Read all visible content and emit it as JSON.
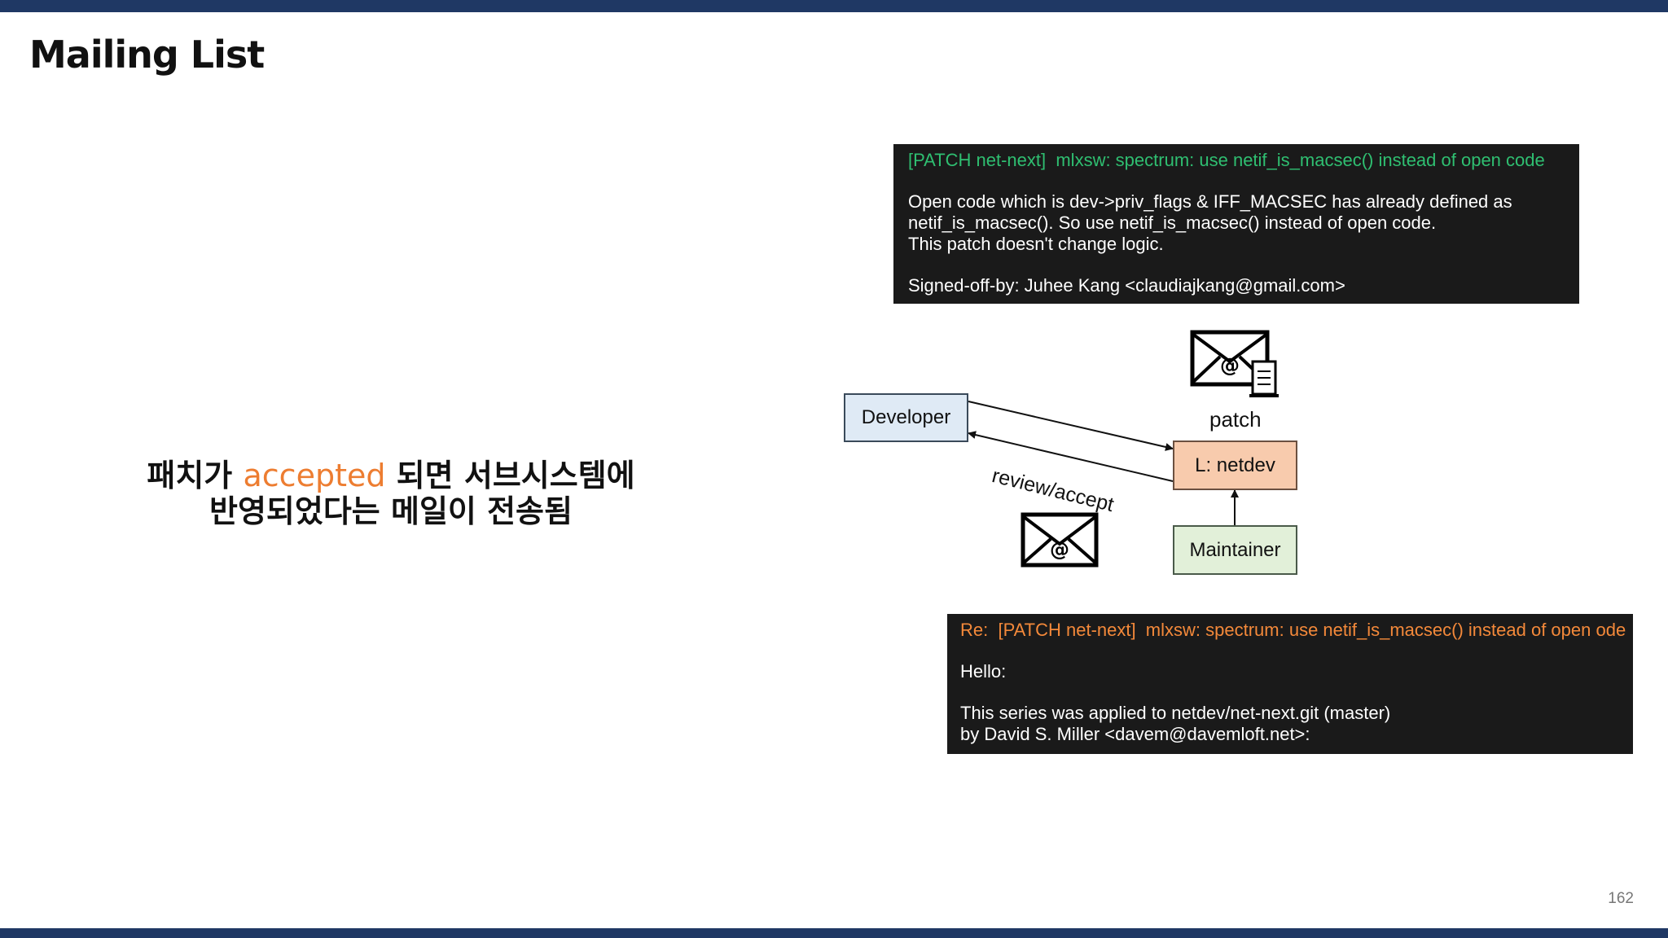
{
  "slide": {
    "title": "Mailing List",
    "page_number": "162",
    "colors": {
      "header_bar": "#1f3864",
      "accent": "#ed7d31",
      "terminal_bg": "#1a1a1a",
      "patch_subject": "#2fbf71",
      "reply_subject": "#f4893a"
    }
  },
  "caption": {
    "part1": "패치가 ",
    "accent": "accepted",
    "part2": " 되면 서브시스템에",
    "line2": "반영되었다는 메일이 전송됨"
  },
  "patch_mail": {
    "subject": "[PATCH net-next]  mlxsw: spectrum: use netif_is_macsec() instead of open code",
    "body": [
      "Open code which is dev->priv_flags & IFF_MACSEC has already defined as",
      "netif_is_macsec(). So use netif_is_macsec() instead of open code.",
      "This patch doesn't change logic."
    ],
    "signoff": "Signed-off-by: Juhee Kang <claudiajkang@gmail.com>"
  },
  "diagram": {
    "developer": "Developer",
    "list": "L: netdev",
    "maintainer": "Maintainer",
    "patch_label": "patch",
    "review_label": "review/accept",
    "icons": [
      "mail-patch-icon",
      "mail-icon"
    ]
  },
  "reply_mail": {
    "subject": "Re:  [PATCH net-next]  mlxsw: spectrum: use netif_is_macsec() instead of open ode",
    "greeting": "Hello:",
    "body": [
      "This series was applied to netdev/net-next.git (master)",
      "by David S. Miller <davem@davemloft.net>:"
    ]
  }
}
